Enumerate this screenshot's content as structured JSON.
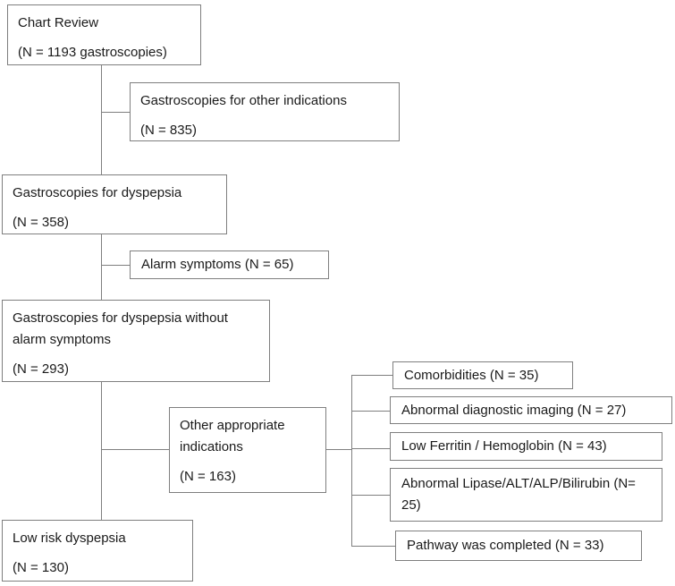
{
  "colors": {
    "background": "#ffffff",
    "box_border": "#7f7f7f",
    "connector_line": "#7f7f7f",
    "text": "#1a1a1a"
  },
  "nodes": {
    "chart_review": {
      "title": "Chart Review",
      "count": "(N = 1193 gastroscopies)"
    },
    "other_indications": {
      "title": "Gastroscopies for other indications",
      "count": "(N = 835)"
    },
    "dyspepsia": {
      "title": "Gastroscopies for dyspepsia",
      "count": "(N = 358)"
    },
    "alarm_symptoms": {
      "label": "Alarm symptoms (N = 65)"
    },
    "without_alarm": {
      "title": "Gastroscopies for dyspepsia without alarm symptoms",
      "count": "(N = 293)"
    },
    "other_appropriate": {
      "title": "Other appropriate indications",
      "count": "(N = 163)"
    },
    "low_risk": {
      "title": "Low risk dyspepsia",
      "count": "(N = 130)"
    },
    "comorbidities": {
      "label": "Comorbidities (N = 35)"
    },
    "abnormal_imaging": {
      "label": "Abnormal diagnostic imaging (N = 27)"
    },
    "low_ferritin": {
      "label": "Low Ferritin / Hemoglobin (N = 43)"
    },
    "abnormal_lipase": {
      "label": "Abnormal Lipase/ALT/ALP/Bilirubin (N= 25)"
    },
    "pathway_completed": {
      "label": "Pathway was completed (N = 33)"
    }
  }
}
